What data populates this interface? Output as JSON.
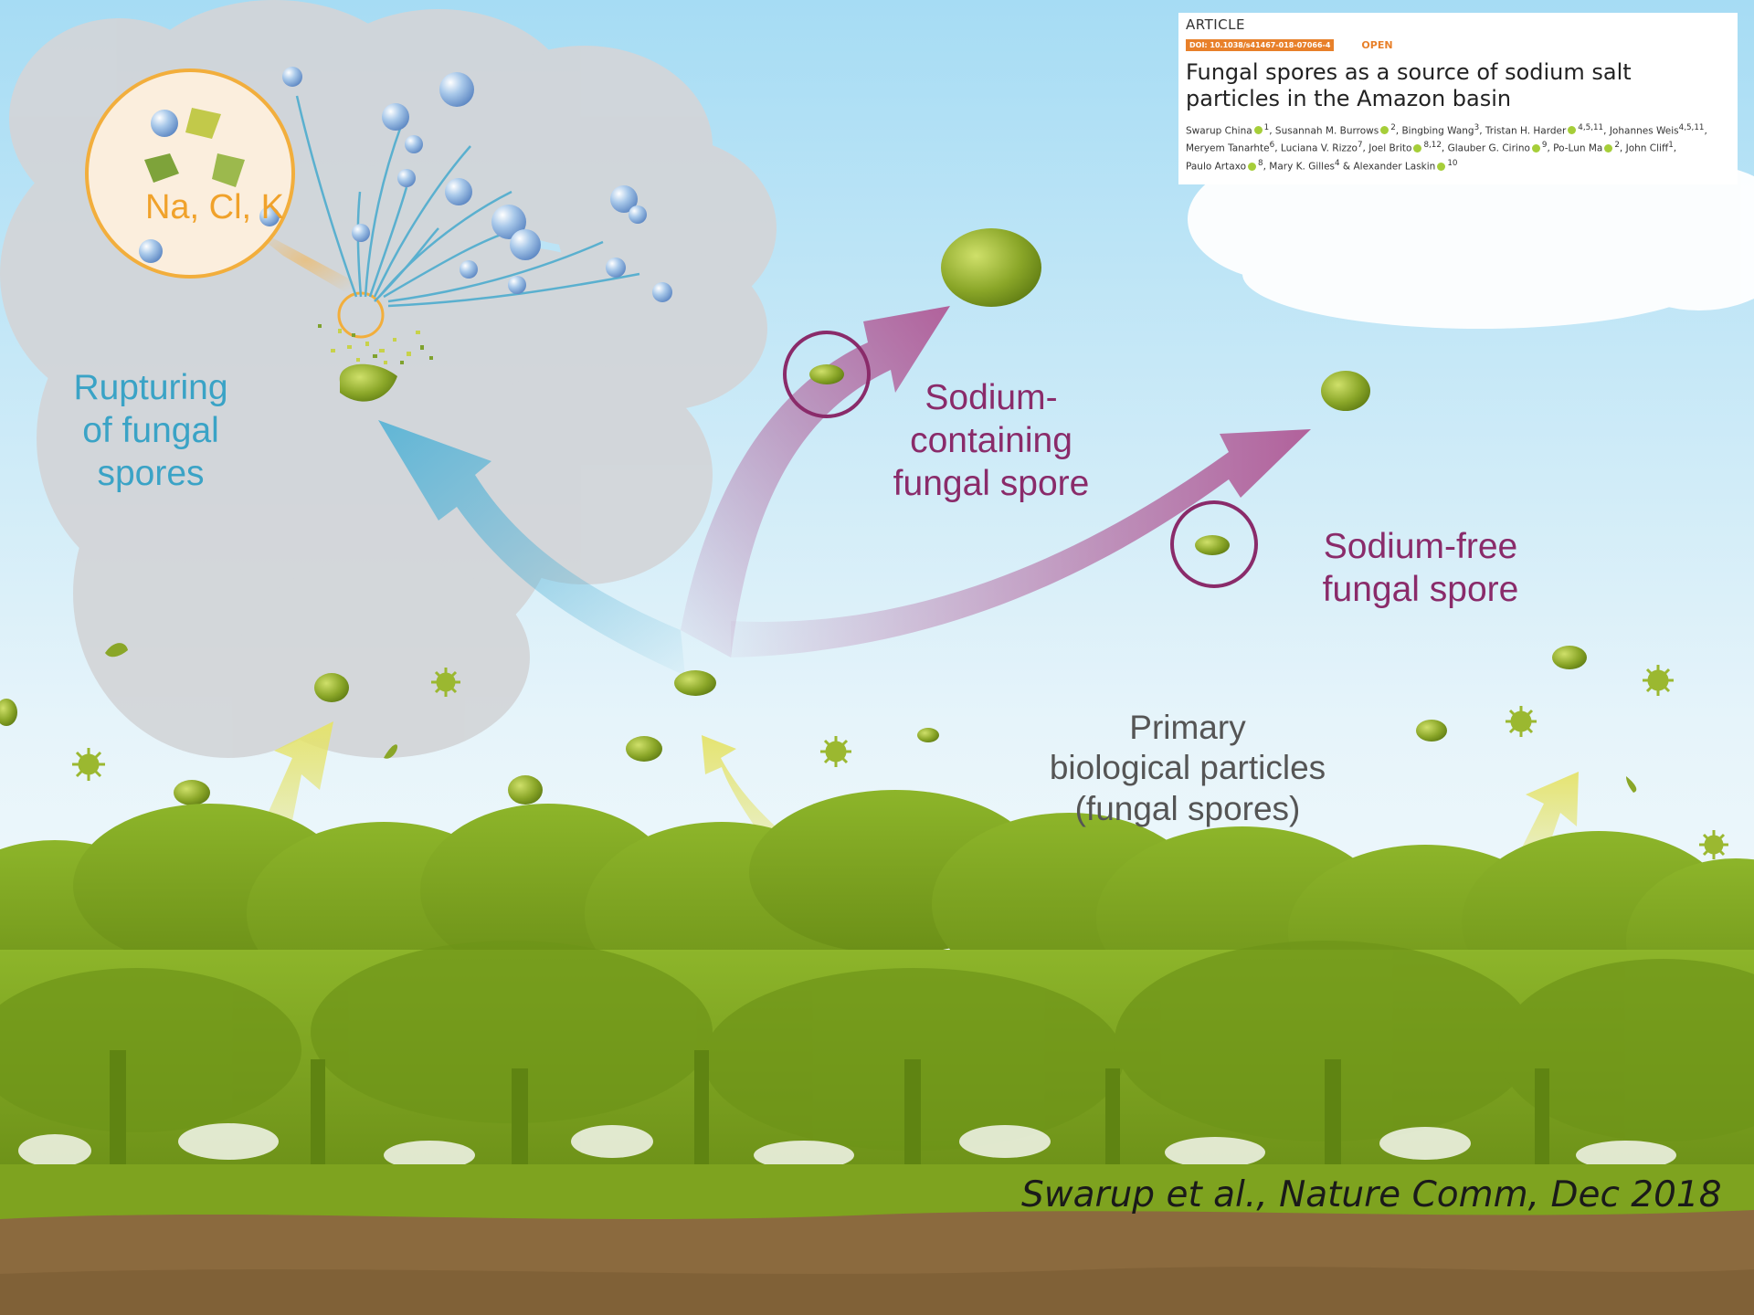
{
  "labels": {
    "rupture": "Rupturing\nof fungal\nspores",
    "sodium_containing": "Sodium-\ncontaining\nfungal spore",
    "sodium_free": "Sodium-free\nfungal spore",
    "primary": "Primary\nbiological particles\n(fungal spores)",
    "elements": "Na, Cl, K"
  },
  "article": {
    "type": "ARTICLE",
    "doi": "DOI: 10.1038/s41467-018-07066-4",
    "open": "OPEN",
    "title": "Fungal spores as a source of sodium salt particles in the Amazon basin",
    "author_lines": [
      [
        {
          "name": "Swarup China",
          "orcid": true,
          "sup": "1"
        },
        {
          "name": "Susannah M. Burrows",
          "orcid": true,
          "sup": "2"
        },
        {
          "name": "Bingbing Wang",
          "orcid": false,
          "sup": "3"
        },
        {
          "name": "Tristan H. Harder",
          "orcid": true,
          "sup": "4,5,11"
        },
        {
          "name": "Johannes Weis",
          "orcid": false,
          "sup": "4,5,11"
        }
      ],
      [
        {
          "name": "Meryem Tanarhte",
          "orcid": false,
          "sup": "6"
        },
        {
          "name": "Luciana V. Rizzo",
          "orcid": false,
          "sup": "7"
        },
        {
          "name": "Joel Brito",
          "orcid": true,
          "sup": "8,12"
        },
        {
          "name": "Glauber G. Cirino",
          "orcid": true,
          "sup": "9"
        },
        {
          "name": "Po-Lun Ma",
          "orcid": true,
          "sup": "2"
        },
        {
          "name": "John Cliff",
          "orcid": false,
          "sup": "1"
        }
      ],
      [
        {
          "name": "Paulo Artaxo",
          "orcid": true,
          "sup": "8"
        },
        {
          "name": "Mary K. Gilles",
          "orcid": false,
          "sup": "4"
        },
        {
          "name": "Alexander Laskin",
          "orcid": true,
          "sup": "10"
        }
      ]
    ],
    "and_word": "&"
  },
  "citation": "Swarup et al., Nature Comm, Dec 2018",
  "colors": {
    "rupture_text": "#3aa3c6",
    "sodium_text": "#8a2b6a",
    "primary_text": "#555555",
    "spore": "#8aa628",
    "forest": "#7fa51f",
    "soil": "#8b6a3e",
    "doi_badge": "#e8802a"
  }
}
